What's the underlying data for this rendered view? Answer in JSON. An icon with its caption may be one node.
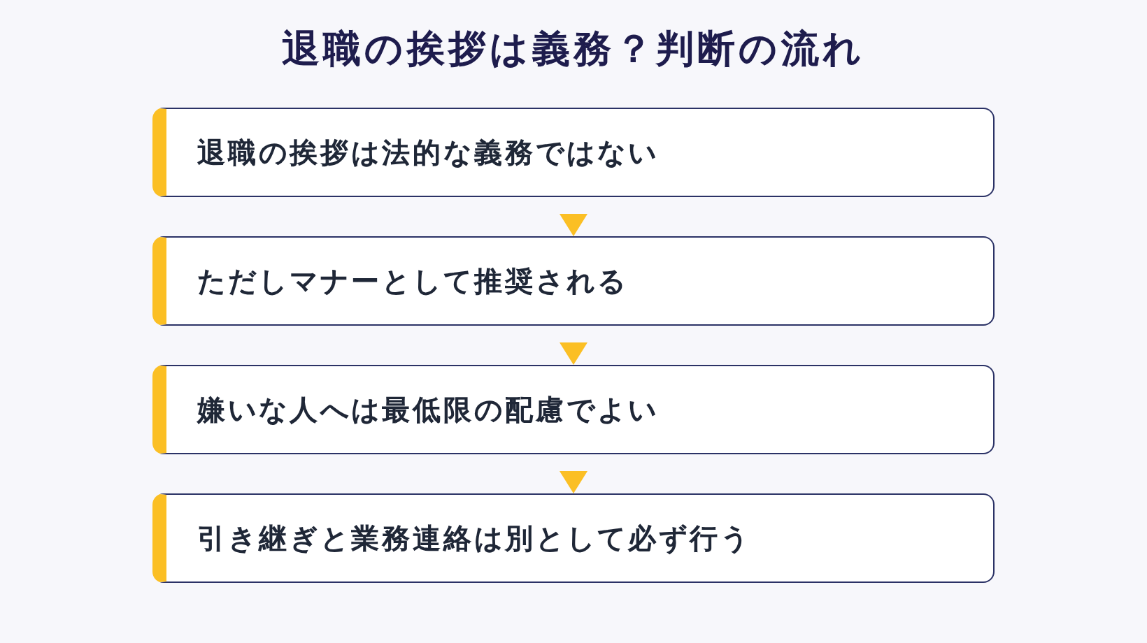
{
  "diagram": {
    "title": "退職の挨拶は義務？判断の流れ",
    "nodes": [
      {
        "text": [
          "退職の挨拶は法的な義務ではない"
        ]
      },
      {
        "text": [
          "ただしマナーとして推奨される"
        ]
      },
      {
        "text": [
          "嫌いな人へは最低限の配慮でよい"
        ]
      },
      {
        "text": [
          "引き継ぎと業務連絡は別として必ず行う"
        ]
      }
    ],
    "edges": [
      {
        "from": 0,
        "to": 1,
        "arrow": "to"
      },
      {
        "from": 1,
        "to": 2,
        "arrow": "to"
      },
      {
        "from": 2,
        "to": 3,
        "arrow": "to"
      }
    ]
  }
}
